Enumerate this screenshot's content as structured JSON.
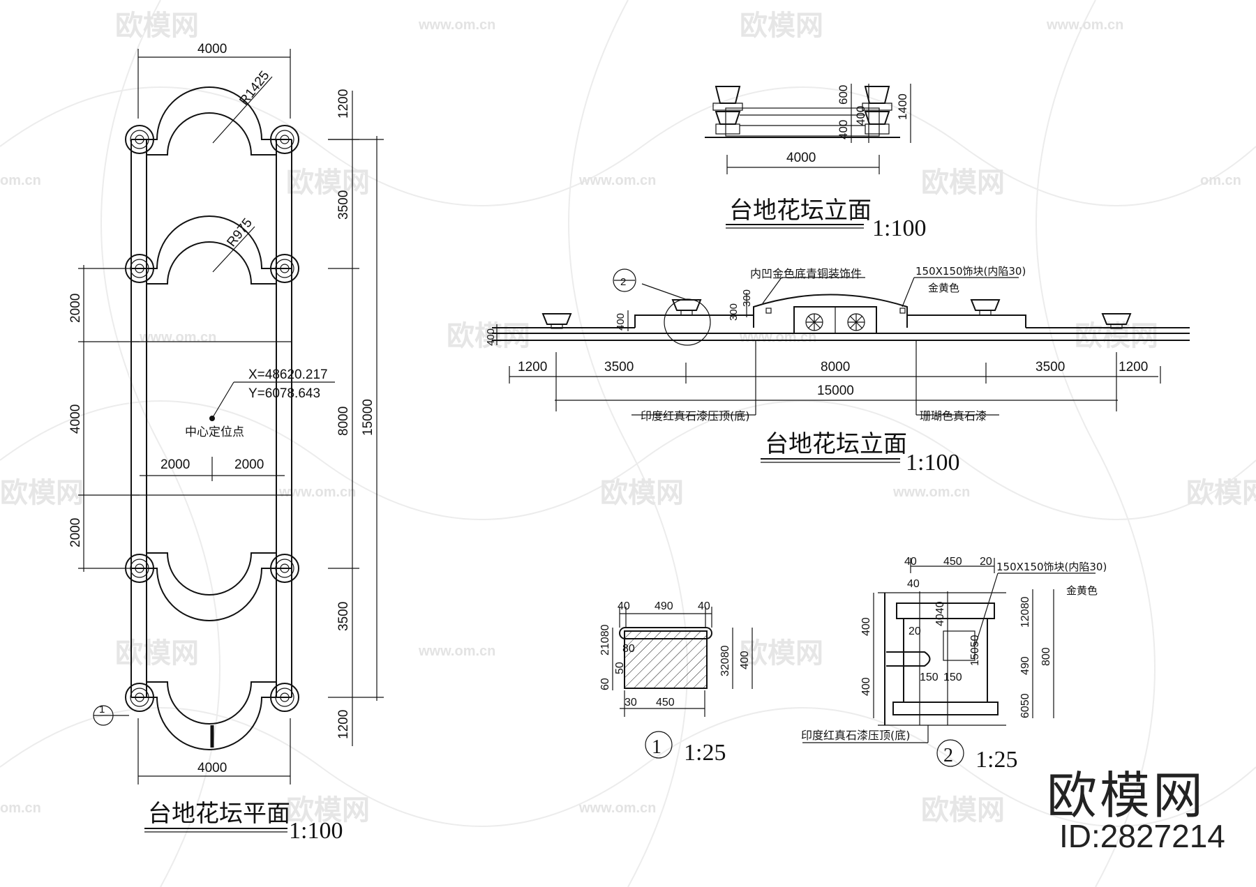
{
  "watermark": {
    "brand": "欧模网",
    "url": "www.om.cn",
    "short_url": "om.cn"
  },
  "logo": {
    "brand": "欧模网",
    "id": "ID:2827214"
  },
  "plan": {
    "title": "台地花坛平面",
    "scale": "1:100",
    "dims": {
      "top_width": "4000",
      "bottom_width": "4000",
      "radius_large": "R1425",
      "radius_small": "R975",
      "right_1": "1200",
      "right_2": "3500",
      "right_3": "3500",
      "right_4": "1200",
      "right_mid": "8000",
      "right_total": "15000",
      "left_1": "2000",
      "left_2": "4000",
      "left_3": "2000",
      "half_left": "2000",
      "half_right": "2000"
    },
    "coord_x": "X=48620.217",
    "coord_y": "Y=6078.643",
    "center_label": "中心定位点",
    "section_mark": "1"
  },
  "elev_small": {
    "title": "台地花坛立面",
    "scale": "1:100",
    "width": "4000",
    "h_600": "600",
    "h_400a": "400",
    "h_400b": "400",
    "h_1400": "1400"
  },
  "elev_large": {
    "title": "台地花坛立面",
    "scale": "1:100",
    "callout_mark": "2",
    "note_ornament": "内凹金色底青铜装饰件",
    "note_block": "150X150饰块(内陷30)",
    "note_gold": "金黄色",
    "h_400": "400",
    "h_300a": "300",
    "h_300b": "300",
    "h_400b": "400",
    "seg_1": "1200",
    "seg_2": "3500",
    "seg_3": "8000",
    "seg_4": "3500",
    "seg_5": "1200",
    "total": "15000",
    "material_left": "印度红真石漆压顶(底)",
    "material_right": "珊瑚色真石漆"
  },
  "detail1": {
    "mark": "1",
    "scale": "1:25",
    "top_40a": "40",
    "top_490": "490",
    "top_40b": "40",
    "left_stack": "21080",
    "left_80": "80",
    "left_50": "50",
    "left_60": "60",
    "bot_30": "30",
    "bot_450": "450",
    "right_stack": "32080",
    "right_400": "400"
  },
  "detail2": {
    "mark": "2",
    "scale": "1:25",
    "top_40": "40",
    "top_450": "450",
    "top_20": "20",
    "top_40b": "40",
    "note_block": "150X150饰块(内陷30)",
    "note_gold": "金黄色",
    "left_400a": "400",
    "left_400b": "400",
    "inner_4040": "4040",
    "inner_20": "20",
    "inner_1505": "15050",
    "inner_150a": "150",
    "inner_150b": "150",
    "right_stack": "12080",
    "right_490": "490",
    "right_6050": "6050",
    "right_800": "800",
    "material": "印度红真石漆压顶(底)"
  }
}
